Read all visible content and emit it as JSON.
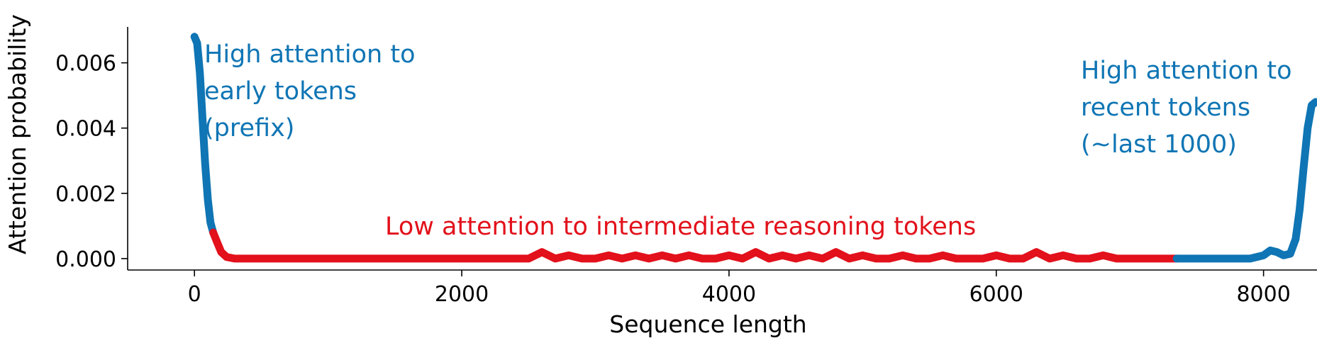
{
  "chart_data": {
    "type": "line",
    "title": "",
    "xlabel": "Sequence length",
    "ylabel": "Attention probability",
    "xlim": [
      -500,
      8400
    ],
    "ylim": [
      -0.00035,
      0.0071
    ],
    "xticks": [
      0,
      2000,
      4000,
      6000,
      8000
    ],
    "xtick_labels": [
      "0",
      "2000",
      "4000",
      "6000",
      "8000"
    ],
    "yticks": [
      0.0,
      0.002,
      0.004,
      0.006
    ],
    "ytick_labels": [
      "0.000",
      "0.002",
      "0.004",
      "0.006"
    ],
    "grid": false,
    "legend": "none",
    "series": [
      {
        "segment": "prefix",
        "color": "#0f75b4",
        "x": [
          0,
          20,
          40,
          60,
          80,
          100,
          120,
          140
        ],
        "y": [
          0.0068,
          0.0066,
          0.0057,
          0.0043,
          0.0029,
          0.0018,
          0.0011,
          0.0008
        ]
      },
      {
        "segment": "intermediate",
        "color": "#e2111b",
        "x": [
          140,
          170,
          200,
          240,
          300,
          500,
          800,
          1200,
          1600,
          2000,
          2400,
          2500,
          2600,
          2700,
          2800,
          2900,
          3000,
          3100,
          3200,
          3300,
          3400,
          3500,
          3600,
          3700,
          3800,
          3900,
          4000,
          4100,
          4200,
          4300,
          4400,
          4500,
          4600,
          4700,
          4800,
          4900,
          5000,
          5100,
          5200,
          5300,
          5400,
          5500,
          5600,
          5700,
          5800,
          5900,
          6000,
          6100,
          6200,
          6300,
          6400,
          6500,
          6600,
          6700,
          6800,
          6900,
          7000,
          7100,
          7200,
          7300,
          7350
        ],
        "y": [
          0.0008,
          0.0005,
          0.0002,
          5e-05,
          0.0,
          0.0,
          0.0,
          0.0,
          0.0,
          0.0,
          0.0,
          0.0,
          0.0002,
          0.0,
          0.0001,
          0.0,
          0.0,
          0.0001,
          0.0,
          0.0001,
          0.0,
          0.0001,
          0.0,
          0.0001,
          0.0,
          0.0,
          0.0001,
          0.0,
          0.0002,
          0.0,
          0.0001,
          0.0,
          0.0001,
          0.0,
          0.0002,
          0.0,
          0.0001,
          0.0,
          0.0,
          0.0001,
          0.0,
          0.0,
          0.0001,
          0.0,
          0.0,
          0.0,
          0.0001,
          0.0,
          0.0,
          0.0002,
          0.0,
          0.0001,
          0.0,
          0.0,
          0.0001,
          0.0,
          0.0,
          0.0,
          0.0,
          0.0,
          0.0
        ]
      },
      {
        "segment": "recent",
        "color": "#0f75b4",
        "x": [
          7350,
          7500,
          7700,
          7900,
          8000,
          8050,
          8100,
          8150,
          8200,
          8240,
          8270,
          8300,
          8330,
          8360,
          8390
        ],
        "y": [
          0.0,
          0.0,
          0.0,
          0.0,
          0.0001,
          0.00025,
          0.0002,
          0.0001,
          0.00015,
          0.0006,
          0.0015,
          0.0028,
          0.004,
          0.0047,
          0.0048
        ]
      }
    ],
    "annotations": [
      {
        "text_lines": [
          "High attention to",
          "early tokens",
          "(prefix)"
        ],
        "color": "#0f75b4"
      },
      {
        "text_lines": [
          "High attention to",
          "recent tokens",
          "(~last 1000)"
        ],
        "color": "#0f75b4"
      },
      {
        "text_lines": [
          "Low attention to intermediate reasoning tokens"
        ],
        "color": "#e2111b"
      }
    ]
  }
}
